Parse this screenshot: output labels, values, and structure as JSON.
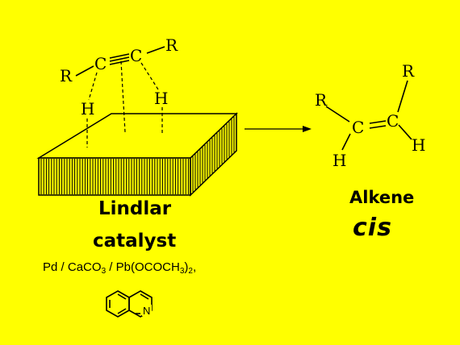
{
  "atoms": {
    "alkyne_r_left": "R",
    "alkyne_c_left": "C",
    "alkyne_c_right": "C",
    "alkyne_r_right": "R",
    "h_left": "H",
    "h_right": "H",
    "alkene_r_left": "R",
    "alkene_r_right": "R",
    "alkene_c_left": "C",
    "alkene_c_right": "C",
    "alkene_h_left": "H",
    "alkene_h_right": "H"
  },
  "labels": {
    "catalyst_line1": "Lindlar",
    "catalyst_line2": "catalyst",
    "product_name": "Alkene",
    "product_stereo": "cis"
  },
  "reagent": {
    "pd": "Pd",
    "sep1": " / ",
    "caco": "CaCO",
    "caco_sub": "3",
    "sep2": " / ",
    "pb": "Pb(OCOCH",
    "pb_sub1": "3",
    "pb_close": ")",
    "pb_sub2": "2",
    "tail": ","
  },
  "quinoline_atom": "N",
  "colors": {
    "background": "#ffff00",
    "ink": "#000000"
  }
}
